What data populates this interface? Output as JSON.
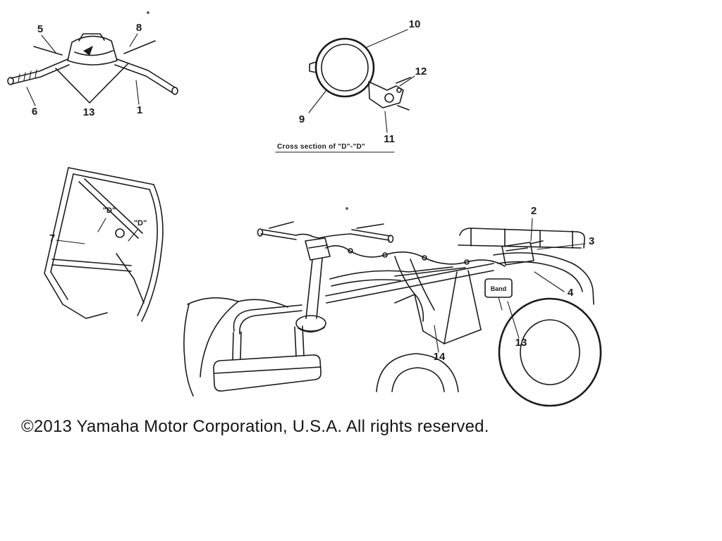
{
  "copyright": "©2013 Yamaha Motor Corporation, U.S.A. All rights reserved.",
  "cross_section_label": "Cross section of \"D\"-\"D\"",
  "band_label": "Band",
  "d_markers": {
    "first": "\"D\"",
    "second": "\"D\""
  },
  "callouts": {
    "handlebar_5": "5",
    "handlebar_8": "8",
    "handlebar_6": "6",
    "handlebar_13": "13",
    "handlebar_1": "1",
    "cross_10": "10",
    "cross_12": "12",
    "cross_9": "9",
    "cross_11": "11",
    "frame_7": "7",
    "main_2": "2",
    "main_3": "3",
    "main_4": "4",
    "main_13": "13",
    "main_14": "14"
  },
  "colors": {
    "ink": "#1b1b1b",
    "background": "#ffffff"
  }
}
